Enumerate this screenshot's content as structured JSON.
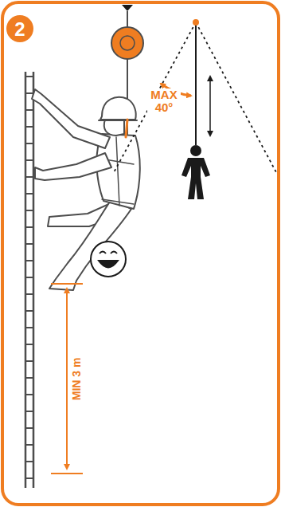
{
  "diagram": {
    "labels": [
      "2",
      "MAX 40°",
      "MIN 3 m"
    ]
  }
}
